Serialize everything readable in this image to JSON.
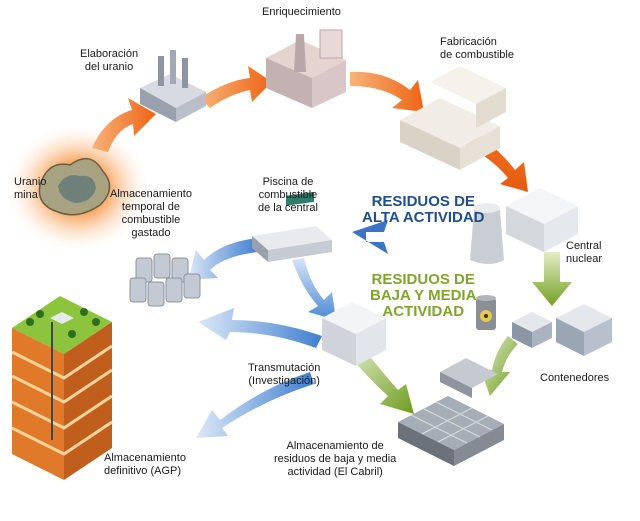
{
  "labels": {
    "enriquecimiento": "Enriquecimiento",
    "elaboracion": "Elaboración\ndel uranio",
    "fabricacion": "Fabricación\nde combustible",
    "uranio_mina": "Uranio\nmina",
    "almacen_temporal": "Almacenamiento\ntemporal de\ncombustible\ngastado",
    "piscina": "Piscina de\ncombustible\nde la central",
    "central_nuclear": "Central\nnuclear",
    "contenedores": "Contenedores",
    "transmutacion": "Transmutación\n(Investigación)",
    "almacen_definitivo": "Almacenamiento\ndefinitivo (AGP)",
    "almacen_baja": "Almacenamiento de\nresiduos de baja y media\nactividad (El Cabril)"
  },
  "highlights": {
    "alta": "RESIDUOS DE\nALTA ACTIVIDAD",
    "baja": "RESIDUOS DE\nBAJA Y MEDIA\nACTIVIDAD"
  },
  "colors": {
    "front_cycle_arrow": "#ef6a1a",
    "back_cycle_arrow": "#5b8fd6",
    "low_level_arrow": "#7fa52a",
    "alta_text": "#1f4e8a",
    "baja_text": "#7fa52a"
  }
}
